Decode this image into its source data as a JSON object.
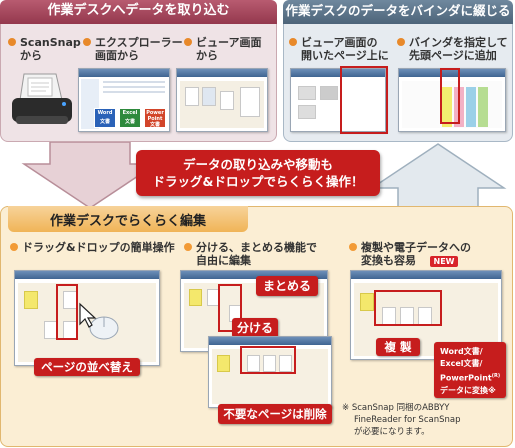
{
  "import_panel": {
    "title": "作業デスクへデータを取り込む",
    "items": [
      {
        "line1": "ScanSnap",
        "line2": "から"
      },
      {
        "line1": "エクスプローラー",
        "line2": "画面から"
      },
      {
        "line1": "ビューア画面",
        "line2": "から"
      }
    ],
    "app_icons": [
      "Word",
      "Excel",
      "Power Point"
    ],
    "app_icon_sub": "文書"
  },
  "binder_panel": {
    "title": "作業デスクのデータをバインダに綴じる",
    "items": [
      {
        "line1": "ビューア画面の",
        "line2": "開いたページ上に"
      },
      {
        "line1": "バインダを指定して",
        "line2": "先頭ページに追加"
      }
    ]
  },
  "banner": {
    "line1": "データの取り込みや移動も",
    "line2": "ドラッグ&ドロップでらくらく操作！"
  },
  "edit_panel": {
    "title": "作業デスクでらくらく編集",
    "items": [
      {
        "line1": "ドラッグ&ドロップの簡単操作",
        "line2": ""
      },
      {
        "line1": "分ける、まとめる機能で",
        "line2": "自由に編集"
      },
      {
        "line1": "複製や電子データへの",
        "line2": "変換も容易"
      }
    ],
    "new_badge": "NEW",
    "labels": {
      "reorder": "ページの並べ替え",
      "merge": "まとめる",
      "split": "分ける",
      "delete": "不要なページは削除",
      "duplicate": "複 製",
      "convert_lines": [
        "Word文書/",
        "Excel文書/",
        "PowerPoint",
        "データに変換※"
      ],
      "convert_superscript": "(R)"
    },
    "footnote_lines": [
      "※ ScanSnap 同梱のABBYY",
      "FineReader for ScanSnap",
      "が必要になります。"
    ]
  },
  "colors": {
    "import_header": "#a8495e",
    "binder_header": "#5a7289",
    "edit_header": "#e39a2d",
    "accent_red": "#c61d1d",
    "word_blue": "#2a62b8",
    "excel_green": "#2e8a3d",
    "ppt_red": "#d2452a"
  }
}
